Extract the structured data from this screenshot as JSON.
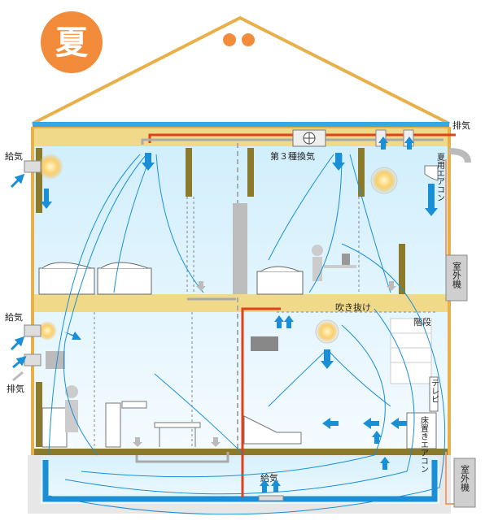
{
  "season": "夏",
  "labels": {
    "exhaust_top_right": "排気",
    "supply_upper_left": "給気",
    "type3_ventilation": "第３種換気",
    "summer_ac": "夏用エアコン",
    "outdoor_unit_upper": "室外機",
    "atrium": "吹き抜け",
    "stairs": "階段",
    "supply_mid_left": "給気",
    "exhaust_mid_left": "排気",
    "tv": "テレビ",
    "floor_ac": "床置きエアコン",
    "supply_bottom": "給気",
    "outdoor_unit_lower": "室外機"
  },
  "colors": {
    "roof": "#e8b04a",
    "wall": "#8a7a2a",
    "floor_slab": "#f1d98a",
    "room_bg": "#dff2fb",
    "air_flow": "#1a8fd6",
    "duct_red": "#e0401a",
    "badge": "#f28c3a"
  }
}
